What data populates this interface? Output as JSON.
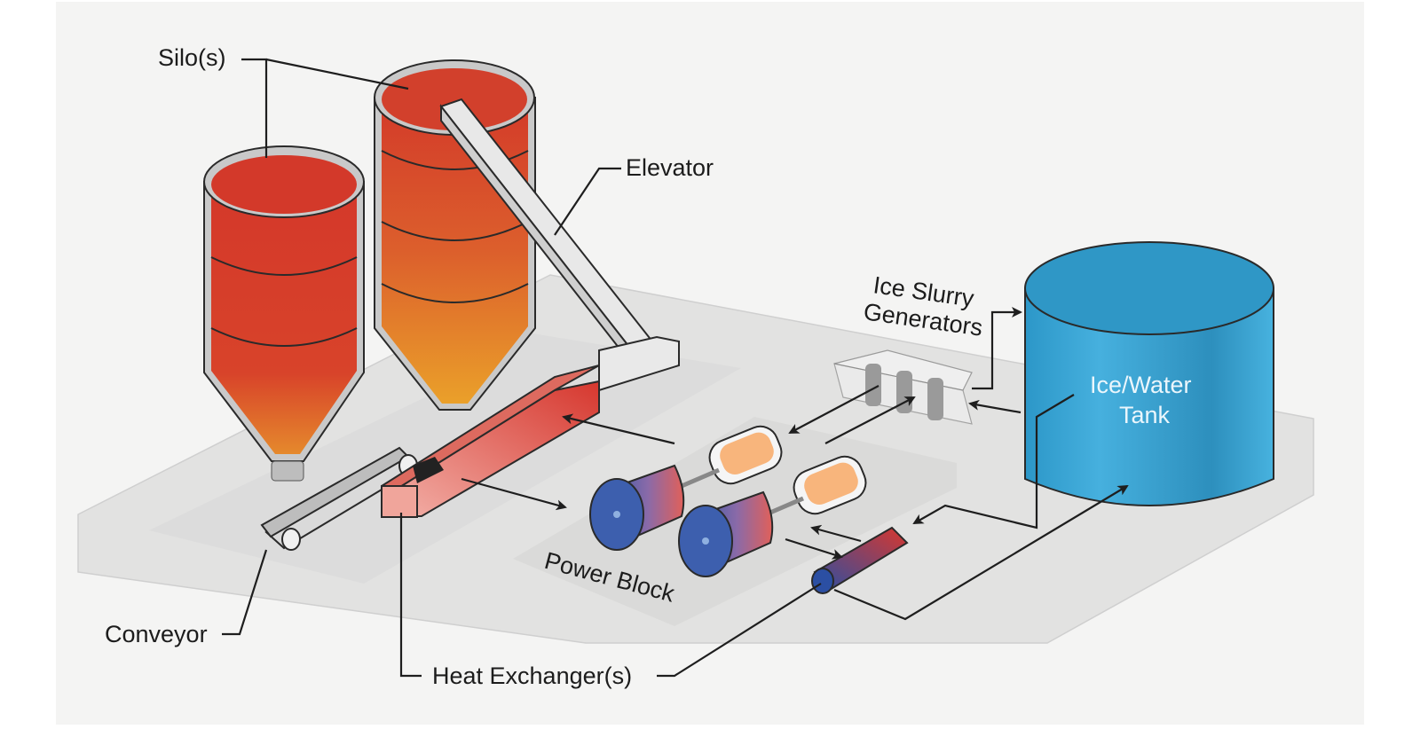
{
  "diagram": {
    "subject": "Thermal energy storage plant with silos, heat exchangers, power block and ice/water tank",
    "labels": {
      "silos": "Silo(s)",
      "elevator": "Elevator",
      "ice_slurry_line1": "Ice Slurry",
      "ice_slurry_line2": "Generators",
      "ice_water_line1": "Ice/Water",
      "ice_water_line2": "Tank",
      "power_block": "Power Block",
      "conveyor": "Conveyor",
      "heat_exchangers": "Heat Exchanger(s)"
    },
    "colors": {
      "silo_hot": "#d23a28",
      "silo_warm": "#e6922a",
      "heat_exchanger": "#d9453a",
      "tank_blue": "#2f9ccd",
      "cold_blue": "#2b4fa3",
      "generator_orange": "#f8b57c",
      "ground": "#e3e3e3",
      "background": "#f4f4f3"
    }
  }
}
